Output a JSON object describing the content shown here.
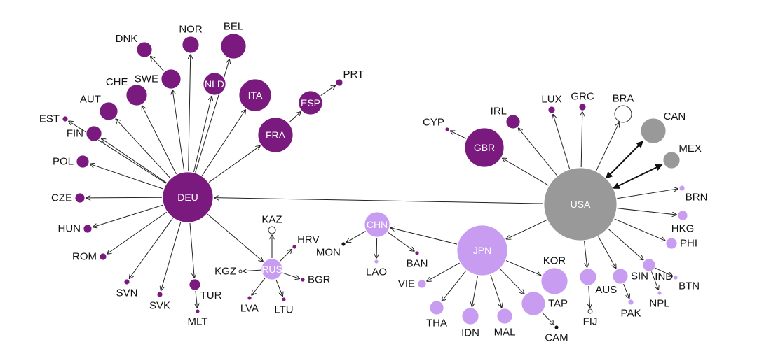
{
  "colors": {
    "eu": "#7a1a7f",
    "asia": "#c89cf0",
    "americas": "#999999",
    "other": "#111111",
    "hollow_stroke": "#333333",
    "edge": "#222222"
  },
  "nodes": [
    {
      "id": "DEU",
      "label": "DEU",
      "group": "eu",
      "size": 36,
      "label_pos": "in"
    },
    {
      "id": "NOR",
      "label": "NOR",
      "group": "eu",
      "size": 12,
      "label_pos": "n"
    },
    {
      "id": "BEL",
      "label": "BEL",
      "group": "eu",
      "size": 18,
      "label_pos": "n"
    },
    {
      "id": "DNK",
      "label": "DNK",
      "group": "eu",
      "size": 11,
      "label_pos": "nw"
    },
    {
      "id": "SWE",
      "label": "SWE",
      "group": "eu",
      "size": 14,
      "label_pos": "w"
    },
    {
      "id": "NLD",
      "label": "NLD",
      "group": "eu",
      "size": 16,
      "label_pos": "in"
    },
    {
      "id": "ITA",
      "label": "ITA",
      "group": "eu",
      "size": 23,
      "label_pos": "in"
    },
    {
      "id": "ESP",
      "label": "ESP",
      "group": "eu",
      "size": 17,
      "label_pos": "in"
    },
    {
      "id": "PRT",
      "label": "PRT",
      "group": "eu",
      "size": 5,
      "label_pos": "ne"
    },
    {
      "id": "FRA",
      "label": "FRA",
      "group": "eu",
      "size": 25,
      "label_pos": "in"
    },
    {
      "id": "CHE",
      "label": "CHE",
      "group": "eu",
      "size": 15,
      "label_pos": "nw"
    },
    {
      "id": "AUT",
      "label": "AUT",
      "group": "eu",
      "size": 13,
      "label_pos": "nw"
    },
    {
      "id": "EST",
      "label": "EST",
      "group": "eu",
      "size": 4,
      "label_pos": "w"
    },
    {
      "id": "FIN",
      "label": "FIN",
      "group": "eu",
      "size": 11,
      "label_pos": "w"
    },
    {
      "id": "POL",
      "label": "POL",
      "group": "eu",
      "size": 9,
      "label_pos": "w"
    },
    {
      "id": "CZE",
      "label": "CZE",
      "group": "eu",
      "size": 7,
      "label_pos": "w"
    },
    {
      "id": "HUN",
      "label": "HUN",
      "group": "eu",
      "size": 6,
      "label_pos": "w"
    },
    {
      "id": "ROM",
      "label": "ROM",
      "group": "eu",
      "size": 5,
      "label_pos": "w"
    },
    {
      "id": "SVN",
      "label": "SVN",
      "group": "eu",
      "size": 4,
      "label_pos": "s"
    },
    {
      "id": "SVK",
      "label": "SVK",
      "group": "eu",
      "size": 4,
      "label_pos": "s"
    },
    {
      "id": "TUR",
      "label": "TUR",
      "group": "eu",
      "size": 8,
      "label_pos": "se"
    },
    {
      "id": "MLT",
      "label": "MLT",
      "group": "eu",
      "size": 3,
      "label_pos": "s"
    },
    {
      "id": "RUS",
      "label": "RUS",
      "group": "asia",
      "size": 15,
      "label_pos": "in"
    },
    {
      "id": "KAZ",
      "label": "KAZ",
      "group": "hollow",
      "size": 5,
      "label_pos": "n"
    },
    {
      "id": "HRV",
      "label": "HRV",
      "group": "eu",
      "size": 3,
      "label_pos": "ne"
    },
    {
      "id": "KGZ",
      "label": "KGZ",
      "group": "hollow",
      "size": 2,
      "label_pos": "w"
    },
    {
      "id": "BGR",
      "label": "BGR",
      "group": "eu",
      "size": 3,
      "label_pos": "e"
    },
    {
      "id": "LVA",
      "label": "LVA",
      "group": "eu",
      "size": 3,
      "label_pos": "s"
    },
    {
      "id": "LTU",
      "label": "LTU",
      "group": "eu",
      "size": 3,
      "label_pos": "s"
    },
    {
      "id": "USA",
      "label": "USA",
      "group": "americas",
      "size": 52,
      "label_pos": "in"
    },
    {
      "id": "GBR",
      "label": "GBR",
      "group": "eu",
      "size": 28,
      "label_pos": "in"
    },
    {
      "id": "CYP",
      "label": "CYP",
      "group": "eu",
      "size": 3,
      "label_pos": "nw"
    },
    {
      "id": "IRL",
      "label": "IRL",
      "group": "eu",
      "size": 10,
      "label_pos": "nw"
    },
    {
      "id": "LUX",
      "label": "LUX",
      "group": "eu",
      "size": 5,
      "label_pos": "n"
    },
    {
      "id": "GRC",
      "label": "GRC",
      "group": "eu",
      "size": 5,
      "label_pos": "n"
    },
    {
      "id": "BRA",
      "label": "BRA",
      "group": "hollow",
      "size": 12,
      "label_pos": "n"
    },
    {
      "id": "CAN",
      "label": "CAN",
      "group": "americas",
      "size": 18,
      "label_pos": "ne"
    },
    {
      "id": "MEX",
      "label": "MEX",
      "group": "americas",
      "size": 12,
      "label_pos": "ne"
    },
    {
      "id": "BRN",
      "label": "BRN",
      "group": "asia",
      "size": 4,
      "label_pos": "se"
    },
    {
      "id": "HKG",
      "label": "HKG",
      "group": "asia",
      "size": 7,
      "label_pos": "s"
    },
    {
      "id": "PHI",
      "label": "PHI",
      "group": "asia",
      "size": 8,
      "label_pos": "e"
    },
    {
      "id": "IND",
      "label": "IND",
      "group": "asia",
      "size": 9,
      "label_pos": "se"
    },
    {
      "id": "BTN",
      "label": "BTN",
      "group": "asia",
      "size": 3,
      "label_pos": "se"
    },
    {
      "id": "NPL",
      "label": "NPL",
      "group": "asia",
      "size": 3,
      "label_pos": "s"
    },
    {
      "id": "SIN",
      "label": "SIN",
      "group": "asia",
      "size": 11,
      "label_pos": "e"
    },
    {
      "id": "PAK",
      "label": "PAK",
      "group": "asia",
      "size": 4,
      "label_pos": "s"
    },
    {
      "id": "AUS",
      "label": "AUS",
      "group": "asia",
      "size": 12,
      "label_pos": "se"
    },
    {
      "id": "FIJ",
      "label": "FIJ",
      "group": "hollow",
      "size": 3,
      "label_pos": "s"
    },
    {
      "id": "KOR",
      "label": "KOR",
      "group": "asia",
      "size": 19,
      "label_pos": "n"
    },
    {
      "id": "TAP",
      "label": "TAP",
      "group": "asia",
      "size": 17,
      "label_pos": "e"
    },
    {
      "id": "CAM",
      "label": "CAM",
      "group": "other",
      "size": 3,
      "label_pos": "s"
    },
    {
      "id": "MAL",
      "label": "MAL",
      "group": "asia",
      "size": 11,
      "label_pos": "s"
    },
    {
      "id": "IDN",
      "label": "IDN",
      "group": "asia",
      "size": 12,
      "label_pos": "s"
    },
    {
      "id": "THA",
      "label": "THA",
      "group": "asia",
      "size": 10,
      "label_pos": "s"
    },
    {
      "id": "VIE",
      "label": "VIE",
      "group": "asia",
      "size": 6,
      "label_pos": "w"
    },
    {
      "id": "JPN",
      "label": "JPN",
      "group": "asia",
      "size": 36,
      "label_pos": "in"
    },
    {
      "id": "CHN",
      "label": "CHN",
      "group": "asia",
      "size": 18,
      "label_pos": "in"
    },
    {
      "id": "MON",
      "label": "MON",
      "group": "other",
      "size": 3,
      "label_pos": "sw"
    },
    {
      "id": "LAO",
      "label": "LAO",
      "group": "asia",
      "size": 3,
      "label_pos": "s"
    },
    {
      "id": "BAN",
      "label": "BAN",
      "group": "eu",
      "size": 3,
      "label_pos": "s"
    }
  ],
  "edges": [
    {
      "from": "DEU",
      "to": "NOR"
    },
    {
      "from": "DEU",
      "to": "BEL"
    },
    {
      "from": "DEU",
      "to": "SWE"
    },
    {
      "from": "SWE",
      "to": "DNK"
    },
    {
      "from": "DEU",
      "to": "NLD"
    },
    {
      "from": "DEU",
      "to": "ITA"
    },
    {
      "from": "DEU",
      "to": "FRA"
    },
    {
      "from": "FRA",
      "to": "ESP"
    },
    {
      "from": "ESP",
      "to": "PRT"
    },
    {
      "from": "DEU",
      "to": "CHE"
    },
    {
      "from": "DEU",
      "to": "AUT"
    },
    {
      "from": "DEU",
      "to": "EST"
    },
    {
      "from": "DEU",
      "to": "FIN"
    },
    {
      "from": "DEU",
      "to": "POL"
    },
    {
      "from": "DEU",
      "to": "CZE"
    },
    {
      "from": "DEU",
      "to": "HUN"
    },
    {
      "from": "DEU",
      "to": "ROM"
    },
    {
      "from": "DEU",
      "to": "SVN"
    },
    {
      "from": "DEU",
      "to": "SVK"
    },
    {
      "from": "DEU",
      "to": "TUR"
    },
    {
      "from": "TUR",
      "to": "MLT"
    },
    {
      "from": "DEU",
      "to": "RUS"
    },
    {
      "from": "RUS",
      "to": "KAZ"
    },
    {
      "from": "RUS",
      "to": "HRV"
    },
    {
      "from": "RUS",
      "to": "KGZ"
    },
    {
      "from": "RUS",
      "to": "BGR"
    },
    {
      "from": "RUS",
      "to": "LVA"
    },
    {
      "from": "RUS",
      "to": "LTU"
    },
    {
      "from": "USA",
      "to": "DEU"
    },
    {
      "from": "USA",
      "to": "GBR"
    },
    {
      "from": "GBR",
      "to": "CYP"
    },
    {
      "from": "USA",
      "to": "IRL"
    },
    {
      "from": "USA",
      "to": "LUX"
    },
    {
      "from": "USA",
      "to": "GRC"
    },
    {
      "from": "USA",
      "to": "BRA"
    },
    {
      "from": "USA",
      "to": "CAN",
      "bold": true
    },
    {
      "from": "USA",
      "to": "MEX",
      "bold": true
    },
    {
      "from": "USA",
      "to": "BRN"
    },
    {
      "from": "USA",
      "to": "HKG"
    },
    {
      "from": "USA",
      "to": "PHI"
    },
    {
      "from": "USA",
      "to": "IND"
    },
    {
      "from": "IND",
      "to": "BTN"
    },
    {
      "from": "IND",
      "to": "NPL"
    },
    {
      "from": "USA",
      "to": "SIN"
    },
    {
      "from": "SIN",
      "to": "PAK"
    },
    {
      "from": "USA",
      "to": "AUS"
    },
    {
      "from": "AUS",
      "to": "FIJ"
    },
    {
      "from": "USA",
      "to": "JPN"
    },
    {
      "from": "JPN",
      "to": "KOR"
    },
    {
      "from": "JPN",
      "to": "TAP"
    },
    {
      "from": "TAP",
      "to": "CAM"
    },
    {
      "from": "JPN",
      "to": "MAL"
    },
    {
      "from": "JPN",
      "to": "IDN"
    },
    {
      "from": "JPN",
      "to": "THA"
    },
    {
      "from": "JPN",
      "to": "VIE"
    },
    {
      "from": "JPN",
      "to": "CHN"
    },
    {
      "from": "CHN",
      "to": "MON"
    },
    {
      "from": "CHN",
      "to": "LAO"
    },
    {
      "from": "CHN",
      "to": "BAN"
    }
  ]
}
